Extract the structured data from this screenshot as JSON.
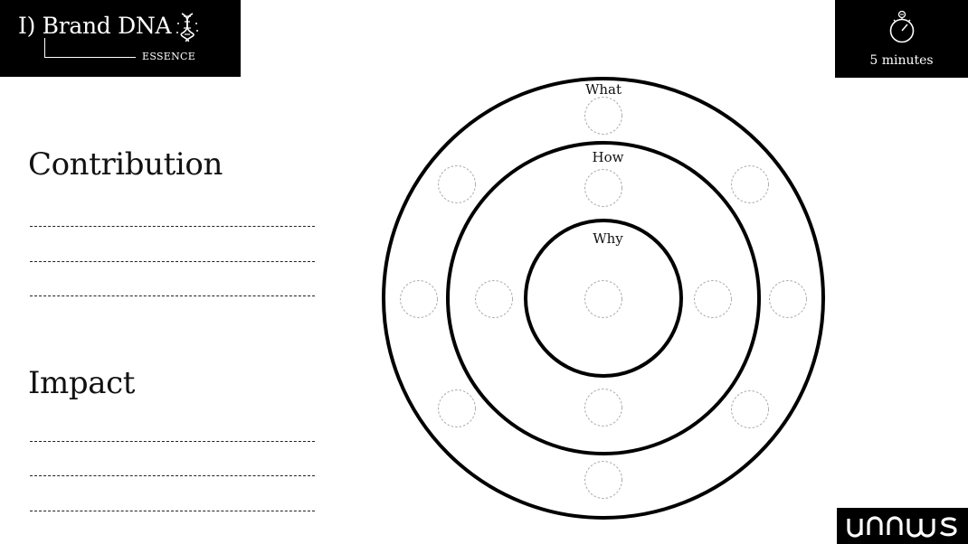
{
  "header": {
    "title": "I) Brand DNA",
    "subtitle": "ESSENCE",
    "title_icon": "dna-icon"
  },
  "timer": {
    "icon": "stopwatch-icon",
    "label": "5 minutes"
  },
  "sections": [
    {
      "title": "Contribution",
      "line_count": 3
    },
    {
      "title": "Impact",
      "line_count": 3
    }
  ],
  "diagram": {
    "rings": [
      {
        "label": "What"
      },
      {
        "label": "How"
      },
      {
        "label": "Why"
      }
    ]
  },
  "logo": {
    "name": "unnus-logo"
  },
  "colors": {
    "block_background": "#000000",
    "block_text": "#ffffff",
    "ring_stroke": "#000000",
    "slot_stroke": "#aaaaaa"
  }
}
